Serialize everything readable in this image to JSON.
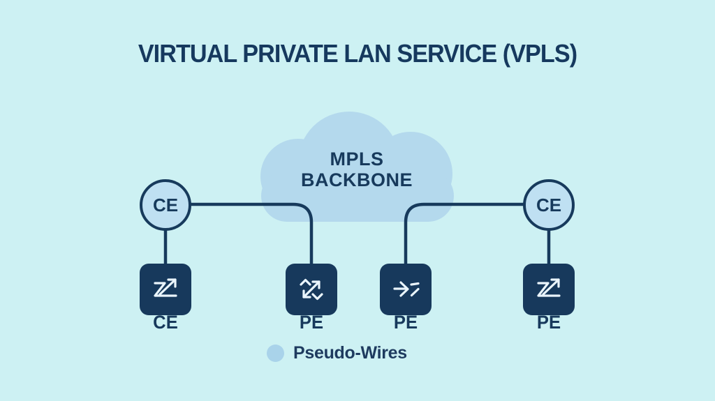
{
  "title": "VIRTUAL PRIVATE LAN SERVICE (VPLS)",
  "cloud": {
    "label": "MPLS\nBACKBONE"
  },
  "access_nodes": [
    {
      "label": "CE"
    },
    {
      "label": "CE"
    }
  ],
  "devices": [
    {
      "label": "CE",
      "icon": "router-trend-arrow-icon"
    },
    {
      "label": "PE",
      "icon": "bidirectional-arrows-icon"
    },
    {
      "label": "PE",
      "icon": "arrow-right-merge-icon"
    },
    {
      "label": "PE",
      "icon": "router-trend-arrow-icon"
    }
  ],
  "legend": {
    "label": "Pseudo-Wires"
  },
  "colors": {
    "background": "#cdf1f3",
    "cloud": "#b4d9ed",
    "circle_fill": "#bfe0f2",
    "navy": "#17395c",
    "legend_dot": "#a9d3ea",
    "icon_stroke": "#eaf5fc"
  }
}
